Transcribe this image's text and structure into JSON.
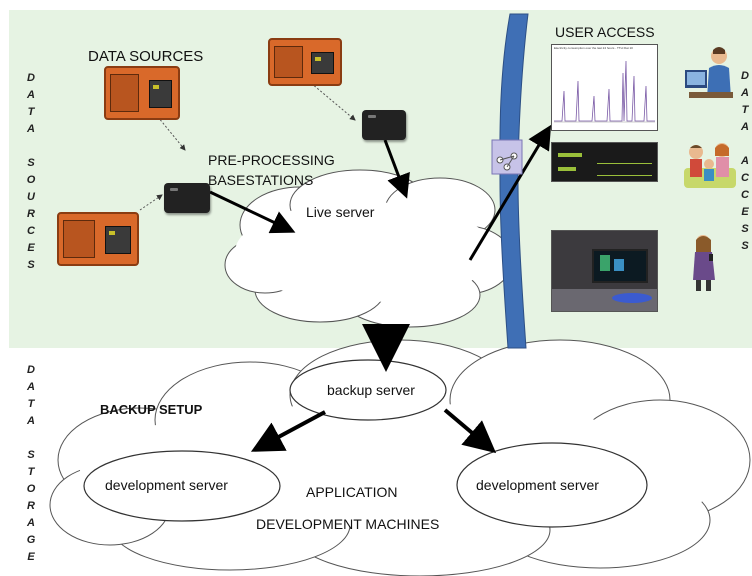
{
  "left_side": {
    "data_sources": [
      "D",
      "A",
      "T",
      "A",
      "",
      "S",
      "O",
      "U",
      "R",
      "C",
      "E",
      "S"
    ],
    "data_storage": [
      "D",
      "A",
      "T",
      "A",
      "",
      "S",
      "T",
      "O",
      "R",
      "A",
      "G",
      "E"
    ]
  },
  "right_side": {
    "data_access": [
      "D",
      "A",
      "T",
      "A",
      "",
      "A",
      "C",
      "C",
      "E",
      "S",
      "S"
    ]
  },
  "labels": {
    "data_sources": "DATA SOURCES",
    "preprocessing_line1": "PRE-PROCESSING",
    "preprocessing_line2": "BASESTATIONS",
    "user_access": "USER ACCESS",
    "live_server": "Live server",
    "backup_server": "backup server",
    "backup_setup": "BACKUP SETUP",
    "development_server_left": "development server",
    "development_server_right": "development server",
    "application": "APPLICATION",
    "development_machines": "DEVELOPMENT MACHINES",
    "chart_title": "Electricity consumption over the last 24 hours - TTH Flat 10"
  },
  "colors": {
    "panel_bg": "#e6f3e3",
    "firewall_blue": "#3f6fb5",
    "case_orange": "#d9692a",
    "chart_line": "#7a5aa6"
  }
}
